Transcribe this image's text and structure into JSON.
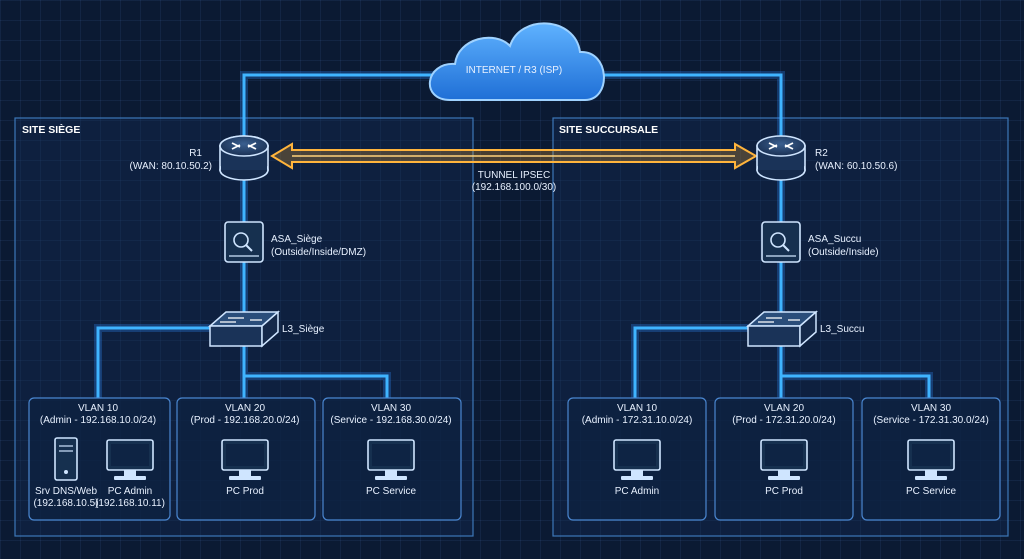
{
  "cloud": {
    "label": "INTERNET / R3 (ISP)"
  },
  "tunnel": {
    "line1": "TUNNEL IPSEC",
    "line2": "(192.168.100.0/30)"
  },
  "sites": {
    "hq": {
      "title": "SITE SIÈGE",
      "router": {
        "name": "R1",
        "wan": "(WAN: 80.10.50.2)"
      },
      "firewall": {
        "name": "ASA_Siège",
        "zones": "(Outside/Inside/DMZ)"
      },
      "switch": {
        "name": "L3_Siège"
      },
      "vlans": [
        {
          "name": "VLAN 10",
          "subnet": "(Admin - 192.168.10.0/24)"
        },
        {
          "name": "VLAN 20",
          "subnet": "(Prod - 192.168.20.0/24)"
        },
        {
          "name": "VLAN 30",
          "subnet": "(Service - 192.168.30.0/24)"
        }
      ],
      "devices": {
        "server_name": "Srv DNS/Web",
        "server_ip": "(192.168.10.5)",
        "pc_admin_name": "PC Admin",
        "pc_admin_ip": "(192.168.10.11)",
        "pc_prod": "PC Prod",
        "pc_service": "PC Service"
      }
    },
    "branch": {
      "title": "SITE SUCCURSALE",
      "router": {
        "name": "R2",
        "wan": "(WAN: 60.10.50.6)"
      },
      "firewall": {
        "name": "ASA_Succu",
        "zones": "(Outside/Inside)"
      },
      "switch": {
        "name": "L3_Succu"
      },
      "vlans": [
        {
          "name": "VLAN 10",
          "subnet": "(Admin - 172.31.10.0/24)"
        },
        {
          "name": "VLAN 20",
          "subnet": "(Prod - 172.31.20.0/24)"
        },
        {
          "name": "VLAN 30",
          "subnet": "(Service - 172.31.30.0/24)"
        }
      ],
      "devices": {
        "pc_admin": "PC Admin",
        "pc_prod": "PC Prod",
        "pc_service": "PC Service"
      }
    }
  },
  "colors": {
    "link": "#3fb4ff",
    "tunnel": "#ffb43c",
    "site_border": "#3d77b8",
    "background": "#0b1a33"
  }
}
